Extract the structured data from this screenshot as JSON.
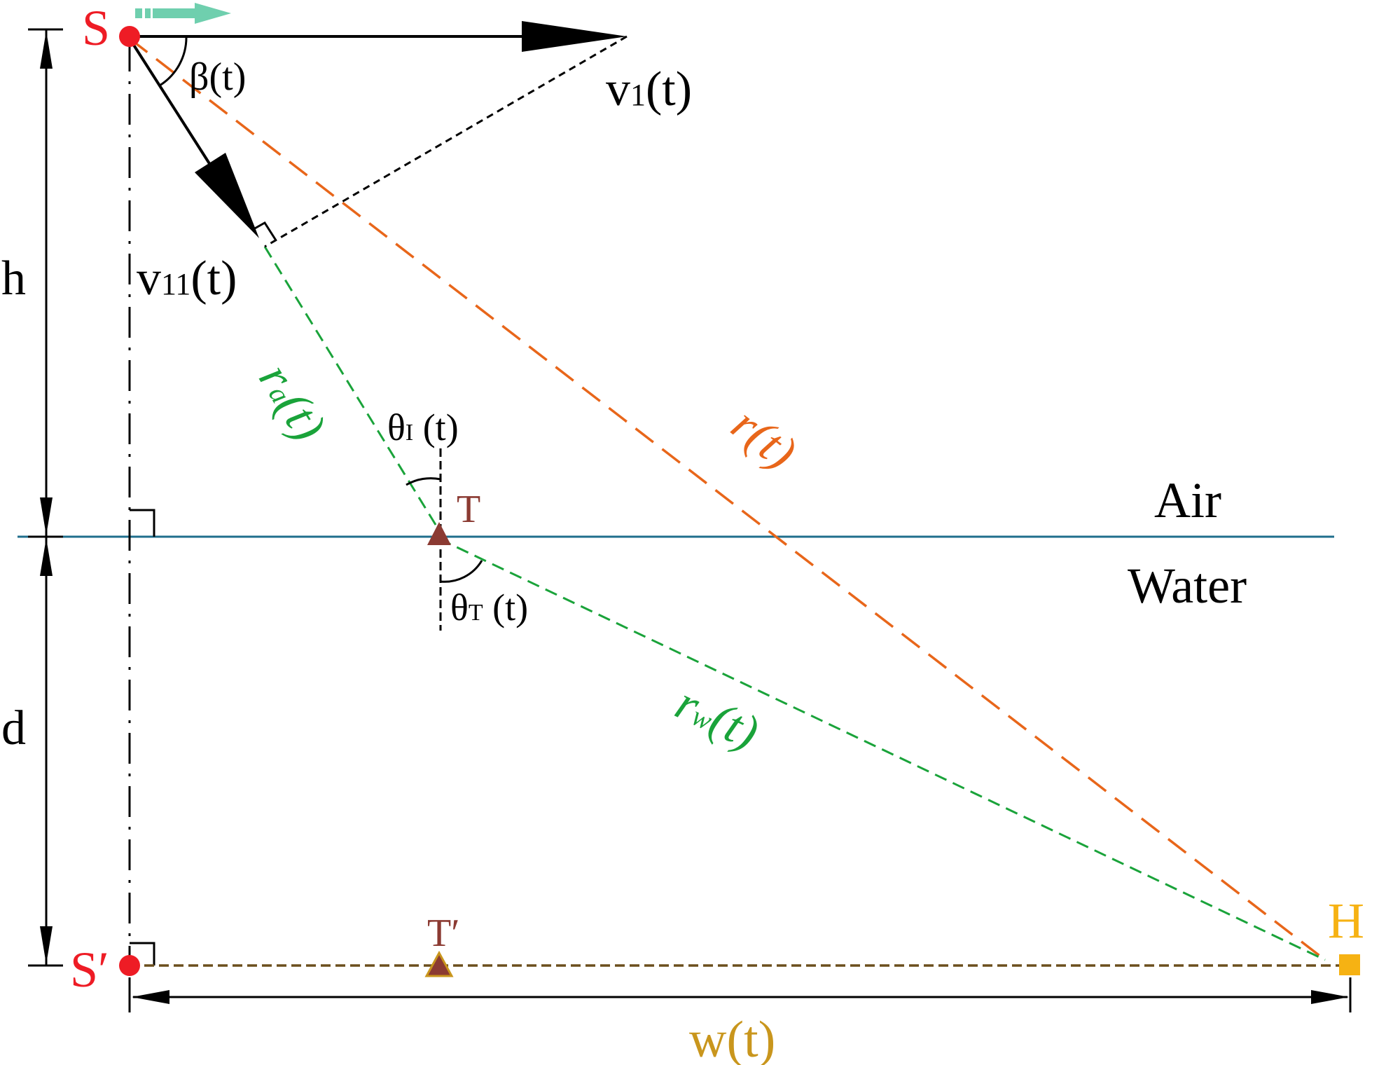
{
  "labels": {
    "source": "S",
    "source_image": "S′",
    "velocity": "v",
    "velocity_sub": "1",
    "velocity_arg": "(t)",
    "velocity_radial": "v",
    "velocity_radial_sub": "11",
    "velocity_radial_arg": "(t)",
    "beta": "β(t)",
    "height": "h",
    "depth": "d",
    "air_path": "r",
    "air_path_sub": "a",
    "air_path_arg": "(t)",
    "water_path": "r",
    "water_path_sub": "w",
    "water_path_arg": "(t)",
    "direct_path": "r(t)",
    "incidence_angle": "θ",
    "incidence_angle_sub": "I",
    "incidence_angle_arg": " (t)",
    "refraction_angle": "θ",
    "refraction_angle_sub": "T",
    "refraction_angle_arg": " (t)",
    "transmission_point": "T",
    "transmission_point_image": "T′",
    "receiver": "H",
    "horizontal_distance": "w(t)",
    "medium_top": "Air",
    "medium_bottom": "Water"
  },
  "colors": {
    "source": "#ee1c25",
    "motion_arrow": "#6fcfae",
    "vectors": "#000000",
    "direct_path": "#e8661a",
    "refracted_path": "#1aa33a",
    "surface": "#1f6e8c",
    "transmission_point": "#8b3a32",
    "image_path": "#6b4f1d",
    "receiver": "#f6b213",
    "horizontal_distance": "#c9961d"
  }
}
